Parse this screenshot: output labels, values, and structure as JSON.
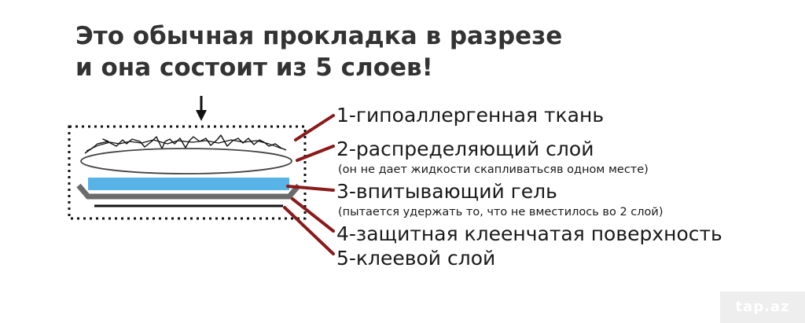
{
  "heading": {
    "line1": "Это обычная прокладка в разрезе",
    "line2": "и она состоит из 5 слоев!"
  },
  "layers": [
    {
      "label": "1-гипоаллергенная ткань",
      "note": ""
    },
    {
      "label": "2-распределяющий слой",
      "note": "(он не дает жидкости скапливатьсяв одном месте)"
    },
    {
      "label": "3-впитывающий гель",
      "note": "(пытается удержать то, что не вместилось во 2 слой)"
    },
    {
      "label": "4-защитная клеенчатая поверхность",
      "note": ""
    },
    {
      "label": "5-клеевой слой",
      "note": ""
    }
  ],
  "watermark": "tap.az",
  "colors": {
    "leader_line": "#8b1a1a",
    "gel_layer": "#58b3e6",
    "protective_layer": "#6b6b6b",
    "adhesive_layer": "#111111",
    "text": "#1a1a1a"
  }
}
